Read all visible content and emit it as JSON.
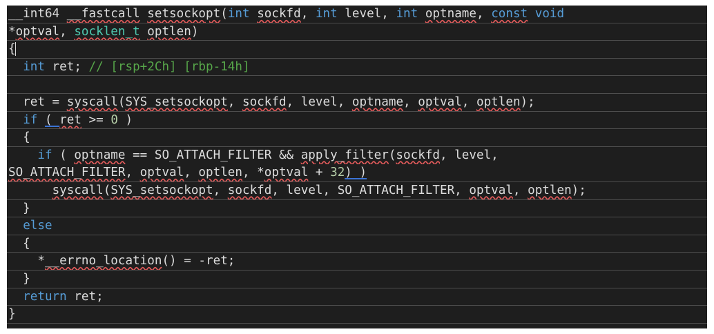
{
  "code": {
    "lines": [
      {
        "wrapped": false,
        "tokens": [
          {
            "t": "__int64 ",
            "s": "plain"
          },
          {
            "t": "__fastcall",
            "s": "plain",
            "sq": true
          },
          {
            "t": " ",
            "s": "plain"
          },
          {
            "t": "setsockopt",
            "s": "plain",
            "sq": true
          },
          {
            "t": "(",
            "s": "plain"
          },
          {
            "t": "int",
            "s": "keyword"
          },
          {
            "t": " ",
            "s": "plain"
          },
          {
            "t": "sockfd",
            "s": "plain",
            "sq": true
          },
          {
            "t": ", ",
            "s": "plain"
          },
          {
            "t": "int",
            "s": "keyword"
          },
          {
            "t": " level, ",
            "s": "plain"
          },
          {
            "t": "int",
            "s": "keyword"
          },
          {
            "t": " ",
            "s": "plain"
          },
          {
            "t": "optname",
            "s": "plain",
            "sq": true
          },
          {
            "t": ", ",
            "s": "plain"
          },
          {
            "t": "const",
            "s": "keyword",
            "sq": true
          },
          {
            "t": " ",
            "s": "plain"
          },
          {
            "t": "void",
            "s": "keyword"
          }
        ]
      },
      {
        "wrapped": false,
        "tokens": [
          {
            "t": "*",
            "s": "plain"
          },
          {
            "t": "optval",
            "s": "plain",
            "sq": true
          },
          {
            "t": ", ",
            "s": "plain"
          },
          {
            "t": "socklen_t",
            "s": "type",
            "sq": true
          },
          {
            "t": " ",
            "s": "plain"
          },
          {
            "t": "optlen",
            "s": "plain",
            "sq": true
          },
          {
            "t": ")",
            "s": "plain"
          }
        ]
      },
      {
        "wrapped": false,
        "caret": true,
        "tokens": [
          {
            "t": "{",
            "s": "plain"
          }
        ]
      },
      {
        "wrapped": false,
        "tokens": [
          {
            "t": "  ",
            "s": "plain"
          },
          {
            "t": "int",
            "s": "keyword"
          },
          {
            "t": " ret; ",
            "s": "plain"
          },
          {
            "t": "// [rsp+2Ch] [rbp-14h]",
            "s": "comment"
          }
        ]
      },
      {
        "wrapped": false,
        "tokens": [
          {
            "t": "",
            "s": "plain"
          }
        ]
      },
      {
        "wrapped": false,
        "tokens": [
          {
            "t": "  ret = ",
            "s": "plain"
          },
          {
            "t": "syscall",
            "s": "plain",
            "sq": true
          },
          {
            "t": "(",
            "s": "plain"
          },
          {
            "t": "SYS_setsockopt",
            "s": "plain",
            "sq": true
          },
          {
            "t": ", ",
            "s": "plain"
          },
          {
            "t": "sockfd",
            "s": "plain",
            "sq": true
          },
          {
            "t": ", level, ",
            "s": "plain"
          },
          {
            "t": "optname",
            "s": "plain",
            "sq": true
          },
          {
            "t": ", ",
            "s": "plain"
          },
          {
            "t": "optval",
            "s": "plain",
            "sq": true
          },
          {
            "t": ", ",
            "s": "plain"
          },
          {
            "t": "optlen",
            "s": "plain",
            "sq": true
          },
          {
            "t": ");",
            "s": "plain"
          }
        ]
      },
      {
        "wrapped": false,
        "tokens": [
          {
            "t": "  ",
            "s": "plain"
          },
          {
            "t": "if",
            "s": "keyword"
          },
          {
            "t": " ",
            "s": "plain"
          },
          {
            "t": "( ",
            "s": "plain",
            "mb": true
          },
          {
            "t": "ret",
            "s": "plain",
            "sq": true
          },
          {
            "t": " >= ",
            "s": "plain"
          },
          {
            "t": "0",
            "s": "number"
          },
          {
            "t": " )",
            "s": "plain"
          }
        ]
      },
      {
        "wrapped": false,
        "tokens": [
          {
            "t": "  {",
            "s": "plain"
          }
        ]
      },
      {
        "wrapped": true,
        "tokens": [
          {
            "t": "    ",
            "s": "plain"
          },
          {
            "t": "if",
            "s": "keyword"
          },
          {
            "t": " ( ",
            "s": "plain"
          },
          {
            "t": "optname",
            "s": "plain",
            "sq": true
          },
          {
            "t": " == SO_ATTACH_FILTER && ",
            "s": "plain"
          },
          {
            "t": "apply_filter",
            "s": "plain",
            "sq": true
          },
          {
            "t": "(",
            "s": "plain"
          },
          {
            "t": "sockfd",
            "s": "plain",
            "sq": true
          },
          {
            "t": ", level,",
            "s": "plain"
          }
        ]
      },
      {
        "wrapped": false,
        "tokens": [
          {
            "t": "SO_ATTACH_FILTER",
            "s": "plain",
            "sq": true
          },
          {
            "t": ", ",
            "s": "plain"
          },
          {
            "t": "optval",
            "s": "plain",
            "sq": true
          },
          {
            "t": ", ",
            "s": "plain"
          },
          {
            "t": "optlen",
            "s": "plain",
            "sq": true
          },
          {
            "t": ", *",
            "s": "plain"
          },
          {
            "t": "optval",
            "s": "plain",
            "sq": true
          },
          {
            "t": " + ",
            "s": "plain"
          },
          {
            "t": "32",
            "s": "number"
          },
          {
            "t": ") )",
            "s": "plain",
            "mb": true
          }
        ]
      },
      {
        "wrapped": false,
        "tokens": [
          {
            "t": "      ",
            "s": "plain"
          },
          {
            "t": "syscall",
            "s": "plain",
            "sq": true
          },
          {
            "t": "(",
            "s": "plain"
          },
          {
            "t": "SYS_setsockopt",
            "s": "plain",
            "sq": true
          },
          {
            "t": ", ",
            "s": "plain"
          },
          {
            "t": "sockfd",
            "s": "plain",
            "sq": true
          },
          {
            "t": ", level, SO_ATTACH_FILTER, ",
            "s": "plain"
          },
          {
            "t": "optval",
            "s": "plain",
            "sq": true
          },
          {
            "t": ", ",
            "s": "plain"
          },
          {
            "t": "optlen",
            "s": "plain",
            "sq": true
          },
          {
            "t": ");",
            "s": "plain"
          }
        ]
      },
      {
        "wrapped": false,
        "tokens": [
          {
            "t": "  }",
            "s": "plain"
          }
        ]
      },
      {
        "wrapped": false,
        "tokens": [
          {
            "t": "  ",
            "s": "plain"
          },
          {
            "t": "else",
            "s": "keyword"
          }
        ]
      },
      {
        "wrapped": false,
        "tokens": [
          {
            "t": "  {",
            "s": "plain"
          }
        ]
      },
      {
        "wrapped": false,
        "tokens": [
          {
            "t": "    *",
            "s": "plain"
          },
          {
            "t": "__errno_location",
            "s": "plain",
            "sq": true
          },
          {
            "t": "() = -ret;",
            "s": "plain"
          }
        ]
      },
      {
        "wrapped": false,
        "tokens": [
          {
            "t": "  }",
            "s": "plain"
          }
        ]
      },
      {
        "wrapped": false,
        "tokens": [
          {
            "t": "  ",
            "s": "plain"
          },
          {
            "t": "return",
            "s": "keyword"
          },
          {
            "t": " ret;",
            "s": "plain"
          }
        ]
      },
      {
        "wrapped": false,
        "tokens": [
          {
            "t": "}",
            "s": "plain"
          }
        ]
      }
    ]
  },
  "colors": {
    "background": "#1e1e1e",
    "text": "#dcdcdc",
    "keyword": "#569cd6",
    "type": "#4ec9b0",
    "comment": "#57a64a",
    "number": "#b5cea8",
    "squiggle": "#e05a5a",
    "brace_match": "#3b73d6",
    "line_separator": "#4e4e4e"
  }
}
